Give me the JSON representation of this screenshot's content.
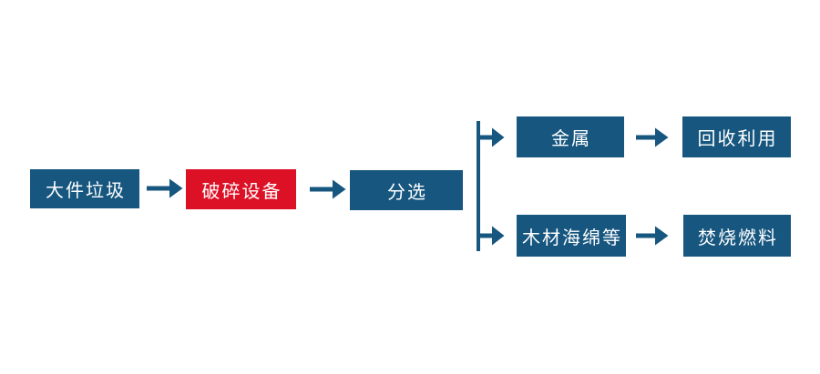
{
  "diagram": {
    "title": "bulky-waste-processing-flowchart",
    "colors": {
      "node_blue": "#16567f",
      "node_red": "#dd1126",
      "arrow_blue": "#16567f",
      "text_white": "#ffffff",
      "background": "#ffffff"
    },
    "nodes": {
      "source": {
        "label": "大件垃圾"
      },
      "crusher": {
        "label": "破碎设备"
      },
      "sorting": {
        "label": "分选"
      },
      "metal": {
        "label": "金属"
      },
      "recycle": {
        "label": "回收利用"
      },
      "wood": {
        "label": "木材海绵等"
      },
      "fuel": {
        "label": "焚烧燃料"
      }
    },
    "edges": [
      {
        "from": "大件垃圾",
        "to": "破碎设备"
      },
      {
        "from": "破碎设备",
        "to": "分选"
      },
      {
        "from": "分选",
        "to": "金属"
      },
      {
        "from": "分选",
        "to": "木材海绵等"
      },
      {
        "from": "金属",
        "to": "回收利用"
      },
      {
        "from": "木材海绵等",
        "to": "焚烧燃料"
      }
    ]
  }
}
